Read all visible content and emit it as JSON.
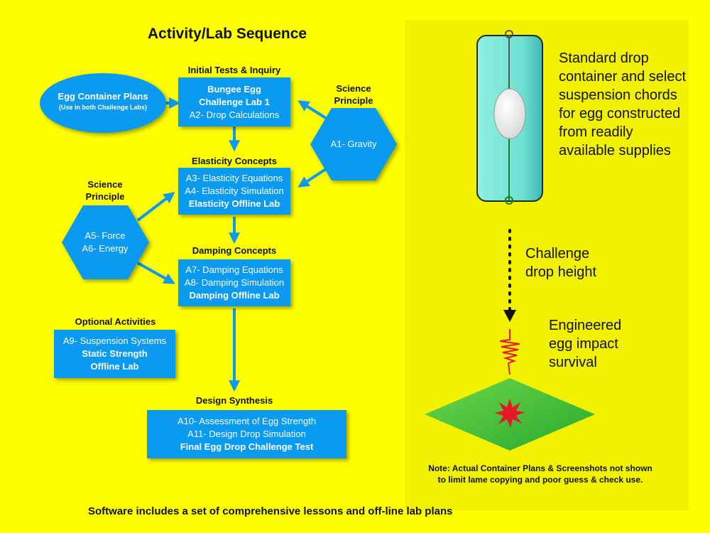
{
  "title": "Activity/Lab Sequence",
  "ellipse": {
    "line1": "Egg Container Plans",
    "line2": "(Use in both Challenge Labs)"
  },
  "headers": {
    "initial": "Initial Tests & Inquiry",
    "elasticity": "Elasticity Concepts",
    "damping": "Damping Concepts",
    "optional": "Optional Activities",
    "synthesis": "Design Synthesis"
  },
  "science_principle_1": {
    "line1": "Science",
    "line2": "Principle"
  },
  "science_principle_2": {
    "line1": "Science",
    "line2": "Principle"
  },
  "hex_gravity": "A1- Gravity",
  "hex_force": {
    "line1": "A5- Force",
    "line2": "A6- Energy"
  },
  "box_initial": {
    "line1": "Bungee Egg",
    "line2": "Challenge Lab 1",
    "line3": "A2- Drop Calculations"
  },
  "box_elasticity": {
    "line1": "A3- Elasticity Equations",
    "line2": "A4- Elasticity Simulation",
    "line3": "Elasticity Offline Lab"
  },
  "box_damping": {
    "line1": "A7- Damping Equations",
    "line2": "A8- Damping Simulation",
    "line3": "Damping Offline Lab"
  },
  "box_optional": {
    "line1": "A9- Suspension Systems",
    "line2": "Static Strength",
    "line3": "Offline Lab"
  },
  "box_synthesis": {
    "line1": "A10- Assessment of Egg Strength",
    "line2": "A11- Design Drop Simulation",
    "line3": "Final Egg Drop Challenge Test"
  },
  "right": {
    "container_text": "Standard drop container and select suspension chords for egg constructed from readily available supplies",
    "drop_height": "Challenge drop height",
    "impact": "Engineered egg impact survival",
    "note_line1": "Note: Actual Container Plans & Screenshots not shown",
    "note_line2": "to limit lame copying and poor guess & check use."
  },
  "footer": "Software includes a set of comprehensive lessons and off-line lab plans",
  "colors": {
    "background": "#ffff00",
    "box": "#0a9bf0",
    "container": "#7ee8d8",
    "diamond": "#46c83c",
    "impact": "#e8182a"
  }
}
